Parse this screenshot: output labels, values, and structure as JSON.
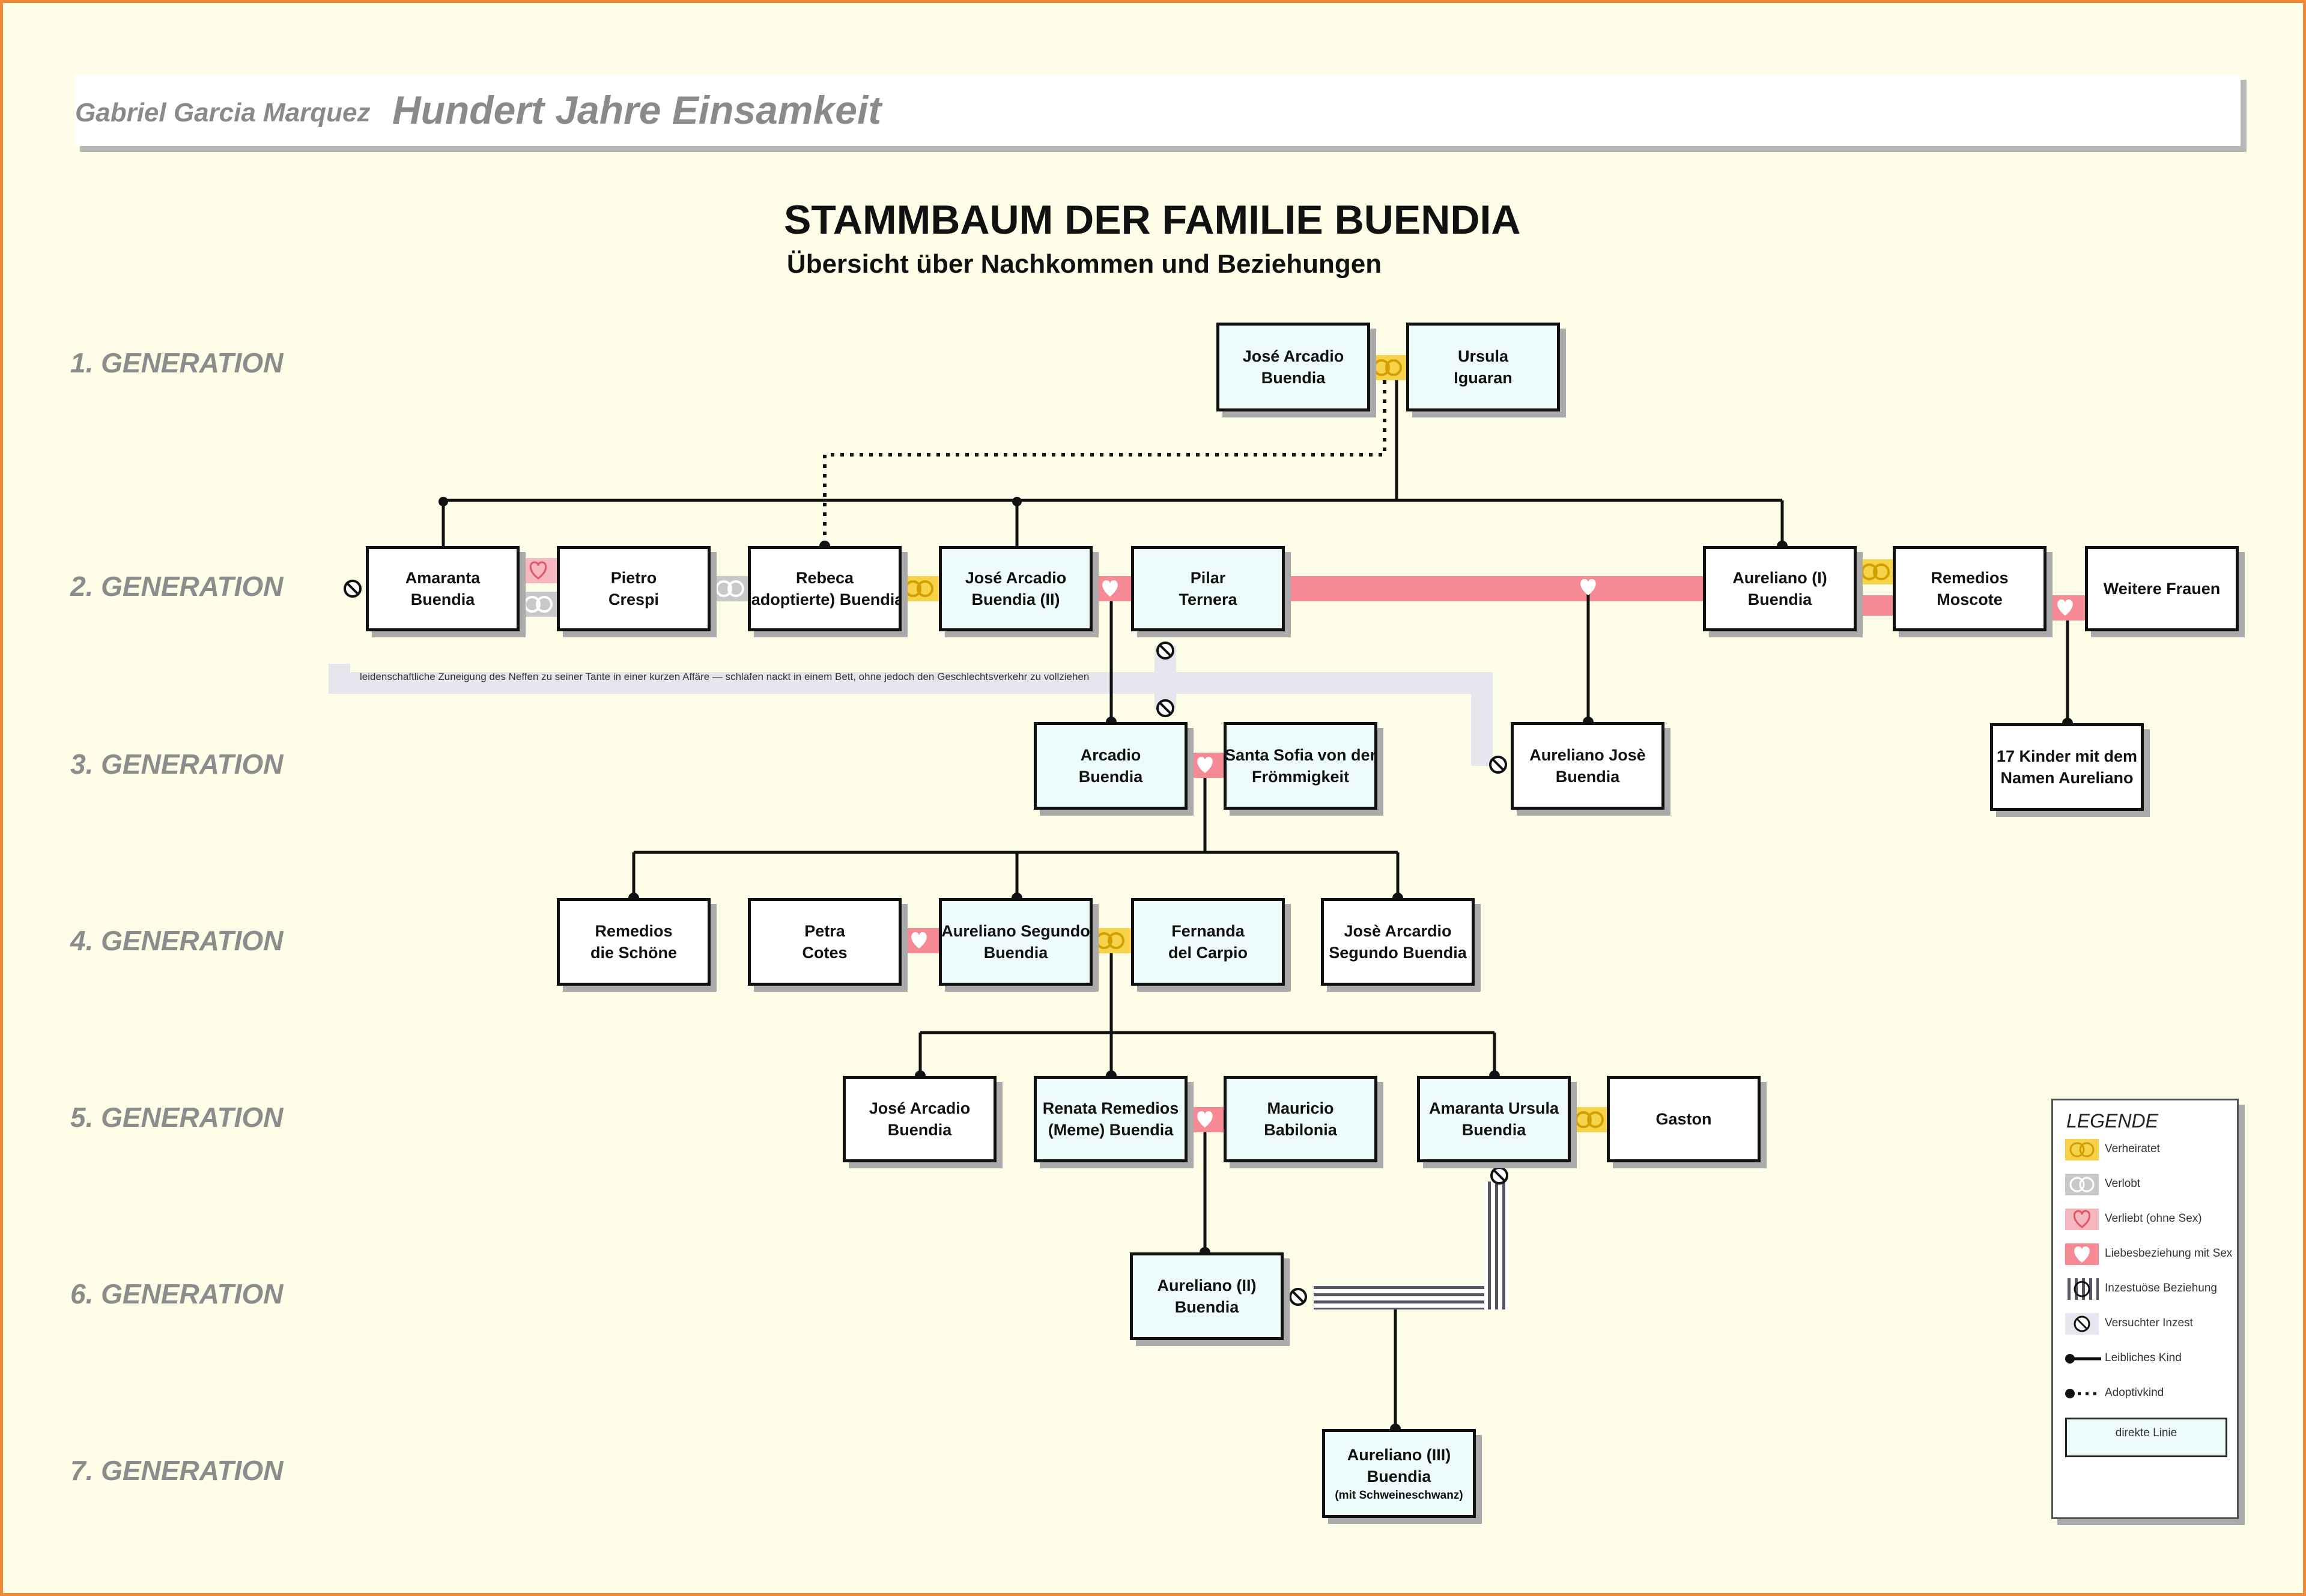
{
  "header": {
    "author": "Gabriel Garcia Marquez",
    "book": "Hundert Jahre Einsamkeit"
  },
  "title": "STAMMBAUM DER FAMILIE BUENDIA",
  "subtitle": "Übersicht über Nachkommen und Beziehungen",
  "generations": [
    "1. GENERATION",
    "2. GENERATION",
    "3. GENERATION",
    "4. GENERATION",
    "5. GENERATION",
    "6. GENERATION",
    "7. GENERATION"
  ],
  "persons": {
    "jose_arcadio": {
      "lines": [
        "José Arcadio",
        "Buendia"
      ],
      "direct": true
    },
    "ursula": {
      "lines": [
        "Ursula",
        "Iguaran"
      ],
      "direct": true
    },
    "amaranta": {
      "lines": [
        "Amaranta",
        "Buendia"
      ],
      "direct": false
    },
    "pietro": {
      "lines": [
        "Pietro",
        "Crespi"
      ],
      "direct": false
    },
    "rebeca": {
      "lines": [
        "Rebeca",
        "(adoptierte) Buendia"
      ],
      "direct": false
    },
    "jose_arcadio_2": {
      "lines": [
        "José Arcadio",
        "Buendia (II)"
      ],
      "direct": true
    },
    "pilar": {
      "lines": [
        "Pilar",
        "Ternera"
      ],
      "direct": true
    },
    "aureliano_1": {
      "lines": [
        "Aureliano (I)",
        "Buendia"
      ],
      "direct": false
    },
    "remedios_moscote": {
      "lines": [
        "Remedios",
        "Moscote"
      ],
      "direct": false
    },
    "weitere_frauen": {
      "lines": [
        "Weitere Frauen"
      ],
      "direct": false
    },
    "arcadio": {
      "lines": [
        "Arcadio",
        "Buendia"
      ],
      "direct": true
    },
    "santa_sofia": {
      "lines": [
        "Santa Sofia von der",
        "Frömmigkeit"
      ],
      "direct": true
    },
    "aureliano_jose": {
      "lines": [
        "Aureliano Josè",
        "Buendia"
      ],
      "direct": false
    },
    "siebzehn_kinder": {
      "lines": [
        "17 Kinder mit dem",
        "Namen Aureliano"
      ],
      "direct": false
    },
    "remedios_schoene": {
      "lines": [
        "Remedios",
        "die Schöne"
      ],
      "direct": false
    },
    "petra": {
      "lines": [
        "Petra",
        "Cotes"
      ],
      "direct": false
    },
    "aureliano_segundo": {
      "lines": [
        "Aureliano Segundo",
        "Buendia"
      ],
      "direct": true
    },
    "fernanda": {
      "lines": [
        "Fernanda",
        "del Carpio"
      ],
      "direct": true
    },
    "jose_arcadio_segundo": {
      "lines": [
        "Josè Arcardio",
        "Segundo Buendia"
      ],
      "direct": false
    },
    "jose_arcadio_5": {
      "lines": [
        "José Arcadio",
        "Buendia"
      ],
      "direct": false
    },
    "renata": {
      "lines": [
        "Renata Remedios",
        "(Meme) Buendia"
      ],
      "direct": true
    },
    "mauricio": {
      "lines": [
        "Mauricio",
        "Babilonia"
      ],
      "direct": true
    },
    "amaranta_ursula": {
      "lines": [
        "Amaranta Ursula",
        "Buendia"
      ],
      "direct": true
    },
    "gaston": {
      "lines": [
        "Gaston"
      ],
      "direct": false
    },
    "aureliano_2": {
      "lines": [
        "Aureliano (II)",
        "Buendia"
      ],
      "direct": true
    },
    "aureliano_3": {
      "lines": [
        "Aureliano (III)",
        "Buendia",
        "(mit Schweineschwanz)"
      ],
      "direct": true
    }
  },
  "note": "leidenschaftliche Zuneigung des Neffen zu seiner Tante  in einer kurzen Affäre — schlafen nackt in einem Bett, ohne jedoch den Geschlechtsverkehr zu vollziehen",
  "legend": {
    "title": "LEGENDE",
    "items": [
      {
        "label": "Verheiratet",
        "icon": "married-rings-icon"
      },
      {
        "label": "Verlobt",
        "icon": "engaged-rings-icon"
      },
      {
        "label": "Verliebt (ohne Sex)",
        "icon": "heart-outline-icon"
      },
      {
        "label": "Liebesbeziehung mit Sex",
        "icon": "heart-filled-icon"
      },
      {
        "label": "Inzestuöse Beziehung",
        "icon": "incest-hatch-icon"
      },
      {
        "label": "Versuchter Inzest",
        "icon": "prohibited-icon"
      },
      {
        "label": "Leibliches Kind",
        "icon": "solid-line-icon"
      },
      {
        "label": "Adoptivkind",
        "icon": "dotted-line-icon"
      }
    ],
    "direct_line": "direkte Linie"
  },
  "colors": {
    "background": "#fefee8",
    "frame": "#f08a3a",
    "direct_fill": "#eefbfb",
    "married": "#f7d24b",
    "engaged": "#c8c8c8",
    "in_love": "#f5b8c0",
    "love_affair": "#f58a94",
    "attempted_incest": "#e6e6ee",
    "generation_label": "#8c8c8c"
  }
}
